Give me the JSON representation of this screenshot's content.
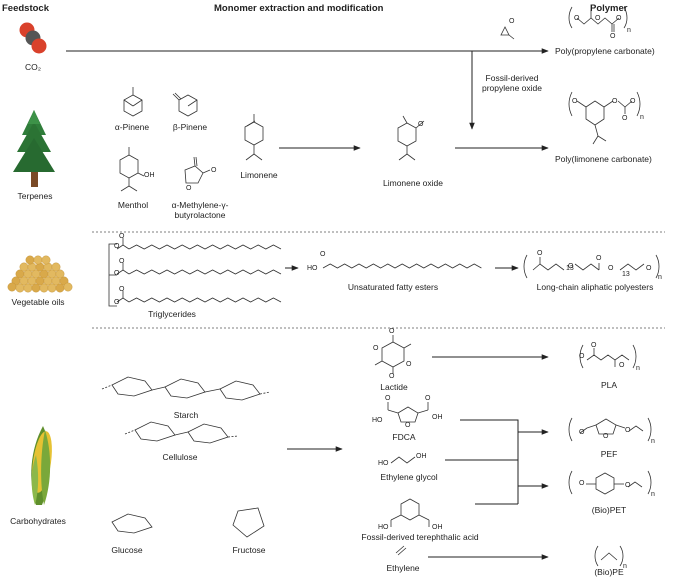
{
  "headers": {
    "feedstock": "Feedstock",
    "monomer": "Monomer extraction and modification",
    "polymer": "Polymer"
  },
  "feedstocks": {
    "co2": "CO₂",
    "terpenes": "Terpenes",
    "vegetable_oils": "Vegetable oils",
    "carbohydrates": "Carbohydrates"
  },
  "terpenes": {
    "a_pinene": "α-Pinene",
    "b_pinene": "β-Pinene",
    "menthol": "Menthol",
    "methylene_line1": "α-Methylene-γ-",
    "methylene_line2": "butyrolactone",
    "limonene": "Limonene",
    "limonene_oxide": "Limonene oxide",
    "fossil_po_line1": "Fossil-derived",
    "fossil_po_line2": "propylene oxide"
  },
  "oils": {
    "triglycerides": "Triglycerides",
    "unsat_esters": "Unsaturated fatty esters",
    "polyester": "Long-chain aliphatic polyesters"
  },
  "carbs": {
    "starch": "Starch",
    "cellulose": "Cellulose",
    "glucose": "Glucose",
    "fructose": "Fructose",
    "lactide": "Lactide",
    "fdca": "FDCA",
    "eg": "Ethylene glycol",
    "tpa": "Fossil-derived terephthalic acid",
    "ethylene": "Ethylene"
  },
  "polymers": {
    "ppc": "Poly(propylene carbonate)",
    "plc": "Poly(limonene carbonate)",
    "pla": "PLA",
    "pef": "PEF",
    "pet": "(Bio)PET",
    "pe": "(Bio)PE"
  },
  "chem": {
    "o": "O",
    "oh": "OH",
    "ho": "HO",
    "n": "n",
    "sub13": "13"
  },
  "colors": {
    "tree": "#2f7d3a",
    "trunk": "#7a4a26",
    "seed": "#e2b960",
    "corn": "#e6c233",
    "husk": "#7aa83a",
    "co2_carbon": "#555555",
    "co2_oxygen": "#d9412b",
    "divider": "#555555"
  }
}
